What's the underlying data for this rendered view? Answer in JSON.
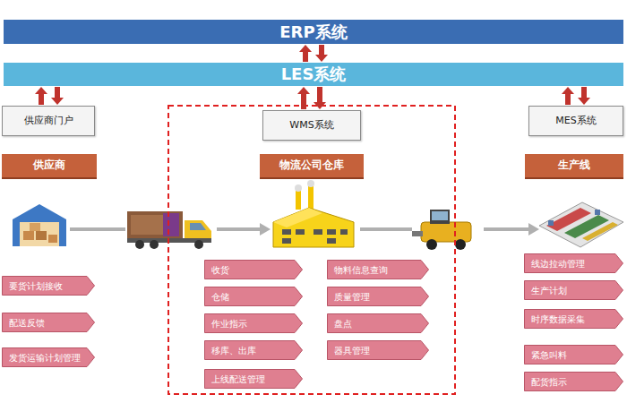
{
  "diagram": {
    "nodes": [
      {
        "text": [
          "ERP系统"
        ]
      },
      {
        "text": [
          "LES系统"
        ]
      },
      {
        "text": [
          "供应商门户"
        ]
      },
      {
        "text": [
          "WMS系统"
        ]
      },
      {
        "text": [
          "MES系统"
        ]
      },
      {
        "text": [
          "供应商"
        ]
      },
      {
        "text": [
          "物流公司仓库"
        ]
      },
      {
        "text": [
          "生产线"
        ]
      },
      {
        "text": [
          "要货计划接收"
        ]
      },
      {
        "text": [
          "配送反馈"
        ]
      },
      {
        "text": [
          "发货运输计划管理"
        ]
      },
      {
        "text": [
          "收货"
        ]
      },
      {
        "text": [
          "仓储"
        ]
      },
      {
        "text": [
          "作业指示"
        ]
      },
      {
        "text": [
          "移库、出库"
        ]
      },
      {
        "text": [
          "上线配送管理"
        ]
      },
      {
        "text": [
          "物料信息查询"
        ]
      },
      {
        "text": [
          "质量管理"
        ]
      },
      {
        "text": [
          "盘点"
        ]
      },
      {
        "text": [
          "器具管理"
        ]
      },
      {
        "text": [
          "线边拉动管理"
        ]
      },
      {
        "text": [
          "生产计划"
        ]
      },
      {
        "text": [
          "时序数据采集"
        ]
      },
      {
        "text": [
          "紧急叫料"
        ]
      },
      {
        "text": [
          "配货指示"
        ]
      }
    ],
    "edges": [
      {
        "from": 0,
        "to": 1,
        "arrow": "both"
      },
      {
        "from": 1,
        "to": 2,
        "arrow": "both"
      },
      {
        "from": 1,
        "to": 3,
        "arrow": "both"
      },
      {
        "from": 1,
        "to": 4,
        "arrow": "both"
      }
    ]
  }
}
